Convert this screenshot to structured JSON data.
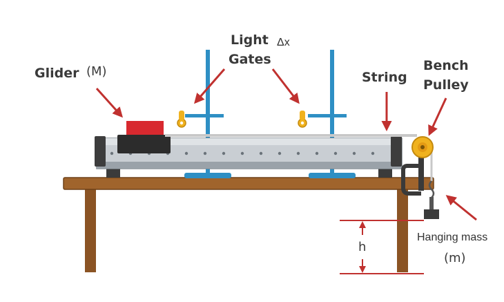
{
  "labels": {
    "glider": "Glider",
    "glider_symbol": "(M)",
    "light_gates_line1": "Light",
    "light_gates_line2": "Gates",
    "delta_x": "Δx",
    "string": "String",
    "bench_pulley_line1": "Bench",
    "bench_pulley_line2": "Pulley",
    "hanging_mass": "Hanging mass",
    "hanging_mass_symbol": "(m)",
    "height": "h"
  },
  "colors": {
    "arrow": "#c0312f",
    "table": "#a0642c",
    "stand": "#2e8fc4",
    "gate": "#f0b21f",
    "glider_top": "#d8292f",
    "track": "#c9ced3"
  }
}
